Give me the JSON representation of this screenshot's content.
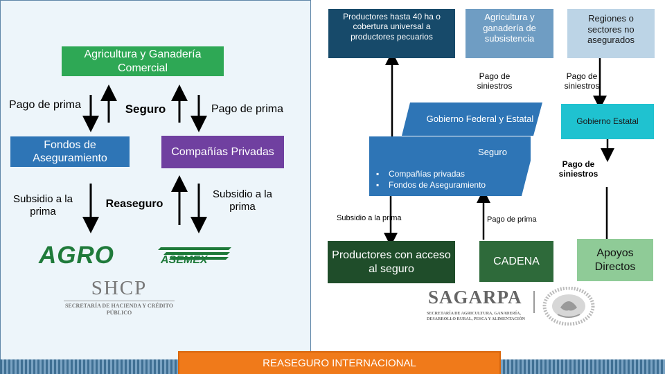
{
  "colors": {
    "green": "#2ea855",
    "purple": "#7040a0",
    "blue": "#2e75b6",
    "navy": "#174a6a",
    "steel": "#6f9dc3",
    "pale": "#bcd4e6",
    "cyan": "#1fc2d0",
    "darkgreen": "#1f4d2a",
    "forest": "#2e6a3a",
    "sage": "#8fcb97",
    "orange": "#f07a1a"
  },
  "left": {
    "agri_box": "Agricultura y Ganadería Comercial",
    "pago_prima_1": "Pago de prima",
    "seguro": "Seguro",
    "pago_prima_2": "Pago de prima",
    "fondos_box": "Fondos de Aseguramiento",
    "companias_box": "Compañías Privadas",
    "subsidio_1": "Subsidio a la prima",
    "reaseguro": "Reaseguro",
    "subsidio_2": "Subsidio a la prima"
  },
  "logos": {
    "agro": "AGRO",
    "asemex": "ASEMEX",
    "shcp": "SHCP",
    "shcp_sub": "SECRETARÍA DE HACIENDA Y CRÉDITO PÚBLICO",
    "sagarpa": "SAGARPA",
    "sagarpa_sub": "SECRETARÍA DE AGRICULTURA, GANADERÍA, DESARROLLO RURAL, PESCA Y ALIMENTACIÓN"
  },
  "right": {
    "top_box_1": "Productores hasta 40 ha o cobertura universal a productores pecuarios",
    "top_box_2": "Agricultura y ganadería de subsistencia",
    "top_box_3": "Regiones o sectores no asegurados",
    "pago_siniestros_1": "Pago de siniestros",
    "pago_siniestros_2": "Pago de siniestros",
    "gobierno_federal": "Gobierno Federal y Estatal",
    "gobierno_estatal": "Gobierno Estatal",
    "seguro": "Seguro",
    "pago_siniestros_3": "Pago de siniestros",
    "bullets": [
      "Compañías privadas",
      "Fondos de Aseguramiento"
    ],
    "subsidio": "Subsidio a la prima",
    "pago_prima": "Pago de prima",
    "productores_box": "Productores con acceso al seguro",
    "cadena_box": "CADENA",
    "apoyos_box": "Apoyos Directos",
    "reaseguro_internacional": "REASEGURO INTERNACIONAL"
  }
}
